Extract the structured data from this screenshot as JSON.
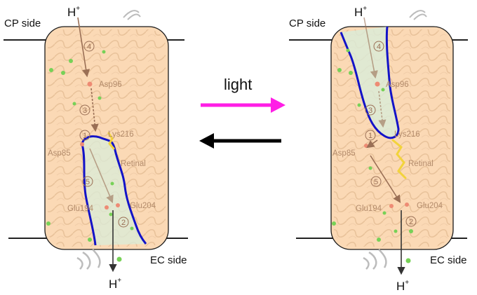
{
  "left_panel": {
    "cp_label": "CP side",
    "ec_label": "EC side",
    "proton_top": "H",
    "proton_bottom": "H",
    "charge": "+",
    "residues": {
      "asp96": "Asp96",
      "lys216": "Lys216",
      "asp85": "Asp85",
      "retinal": "Retinal",
      "glu194": "Glu194",
      "glu204": "Glu204"
    },
    "steps": [
      "4",
      "3",
      "1",
      "5",
      "2"
    ]
  },
  "right_panel": {
    "cp_label": "CP side",
    "ec_label": "EC side",
    "proton_top": "H",
    "proton_bottom": "H",
    "charge": "+",
    "residues": {
      "asp96": "Asp96",
      "lys216": "Lys216",
      "asp85": "Asp85",
      "retinal": "Retinal",
      "glu194": "Glu194",
      "glu204": "Glu204"
    },
    "steps": [
      "4",
      "3",
      "1",
      "5",
      "2"
    ]
  },
  "center": {
    "forward_label": "light"
  },
  "colors": {
    "protein_fill": "#fbd9b5",
    "channel_fill": "#d9ecd9",
    "channel_outline": "#1313c8",
    "light_arrow": "#ff1ee6",
    "dark_arrow": "#000000",
    "path_arrow": "#9a6f55",
    "retinal": "#f2d33c",
    "water": "#77d157",
    "residue_label": "#b38b6b"
  }
}
